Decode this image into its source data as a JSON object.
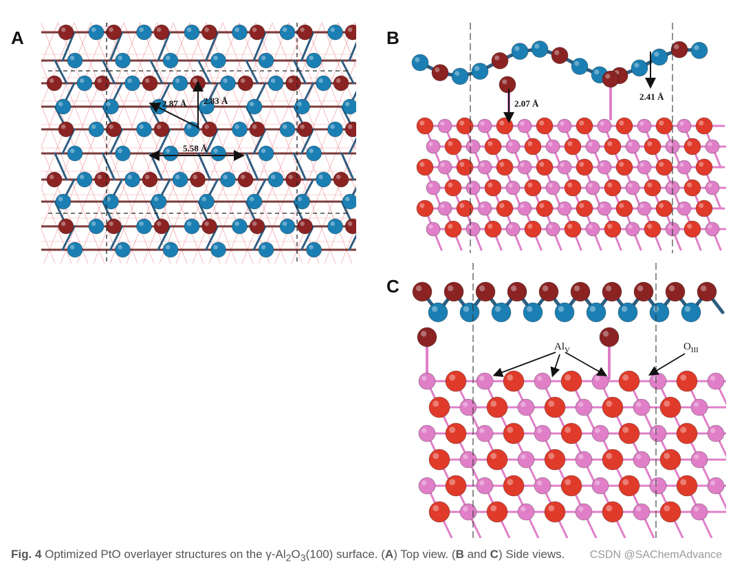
{
  "panels": {
    "a": {
      "label": "A",
      "distances": [
        "2.87 Å",
        "2.83 Å",
        "5.58 Å"
      ]
    },
    "b": {
      "label": "B",
      "distances": [
        "2.07 Å",
        "2.41 Å"
      ]
    },
    "c": {
      "label": "C",
      "labels": {
        "al_main": "Al",
        "al_sub": "V",
        "o_main": "O",
        "o_sub": "III"
      }
    }
  },
  "caption": {
    "fig": "Fig. 4",
    "t1": " Optimized PtO overlayer structures on the γ-Al",
    "s1": "2",
    "t2": "O",
    "s2": "3",
    "t3": "(100) surface. (",
    "b1": "A",
    "t4": ") Top view. (",
    "b2": "B",
    "t5": " and ",
    "b3": "C",
    "t6": ") Side views."
  },
  "watermark": "CSDN @SAChemAdvance",
  "colors": {
    "pt": "#1b7fb3",
    "o_overlayer": "#8b2323",
    "o_lattice": "#e03a2a",
    "al": "#e07fc8",
    "mesh": "#f2a0a8"
  }
}
